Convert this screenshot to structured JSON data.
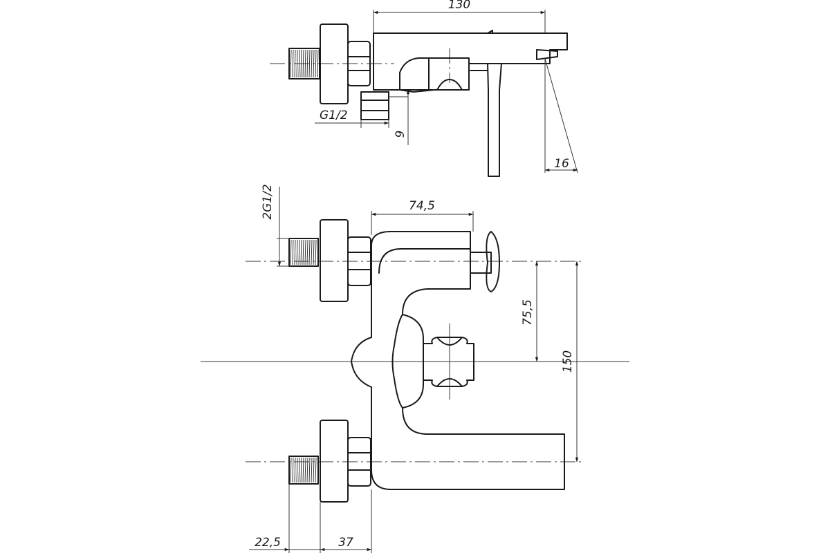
{
  "drawing": {
    "top_view": {
      "overall_length": "130",
      "inlet_thread": "G1/2",
      "outlet_offset": "9",
      "spout_angle": "16"
    },
    "front_view": {
      "handle_offset": "74,5",
      "inlet_thread": "2G1/2",
      "upper_to_center": "75,5",
      "total_height": "150",
      "thread_length": "22,5",
      "body_offset": "37"
    }
  }
}
